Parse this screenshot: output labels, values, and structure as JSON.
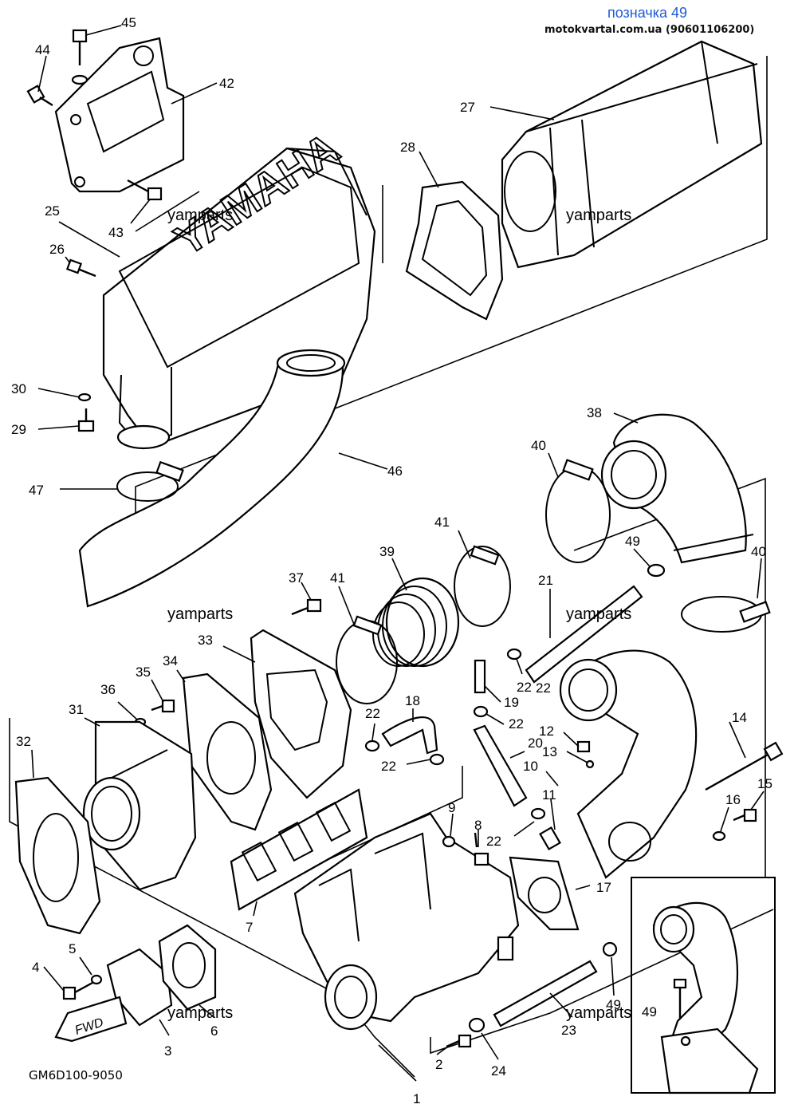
{
  "header": {
    "title": "позначка 49",
    "subtitle": "motokvartal.com.ua (90601106200)"
  },
  "watermark": "yamparts",
  "diagram_code": "GM6D100-9050",
  "logo_text": "YAMAHA",
  "fwd_text": "FWD",
  "callouts": [
    "1",
    "2",
    "3",
    "4",
    "5",
    "6",
    "7",
    "8",
    "9",
    "10",
    "11",
    "12",
    "13",
    "14",
    "15",
    "16",
    "17",
    "18",
    "19",
    "20",
    "21",
    "22",
    "22",
    "22",
    "22",
    "22",
    "22",
    "23",
    "24",
    "25",
    "26",
    "27",
    "28",
    "29",
    "30",
    "31",
    "32",
    "33",
    "34",
    "35",
    "36",
    "37",
    "38",
    "39",
    "40",
    "40",
    "41",
    "41",
    "42",
    "43",
    "44",
    "45",
    "46",
    "47",
    "49",
    "49",
    "49"
  ]
}
